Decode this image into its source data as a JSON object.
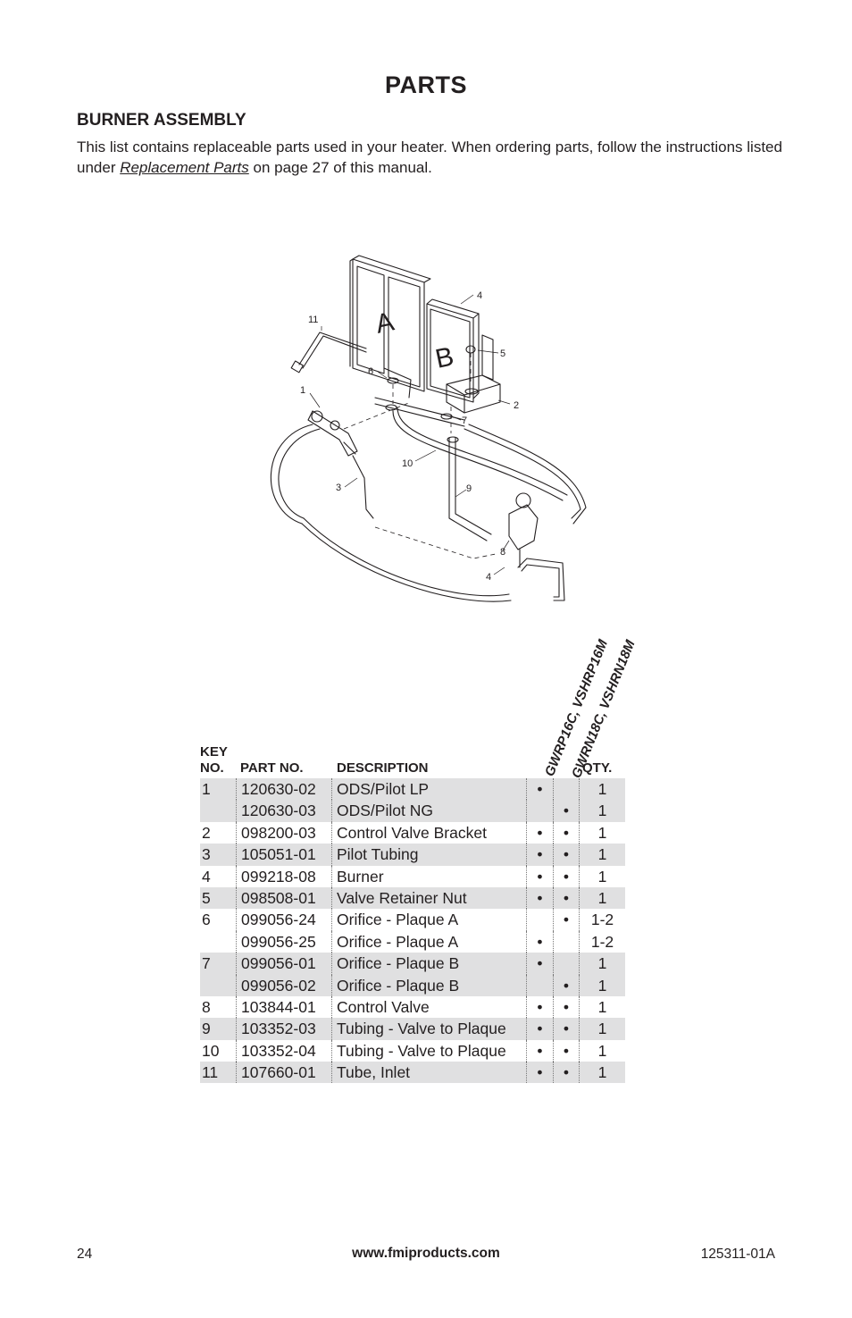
{
  "page": {
    "title": "PARTS",
    "section_title": "BURNER ASSEMBLY",
    "intro_before": "This list contains replaceable parts used in your heater. When ordering parts, follow the instructions listed under ",
    "intro_ref": "Replacement Parts",
    "intro_after": " on page 27 of this manual."
  },
  "diagram": {
    "plaque_labels": [
      "A",
      "B"
    ],
    "callouts": [
      "1",
      "2",
      "3",
      "4",
      "4",
      "5",
      "6",
      "7",
      "8",
      "9",
      "10",
      "11"
    ]
  },
  "table": {
    "headers": {
      "key_line1": "KEY",
      "key_line2": "NO.",
      "part": "PART NO.",
      "desc": "DESCRIPTION",
      "model1": "GWRP16C, VSHRP16M",
      "model2": "GWRN18C, VSHRN18M",
      "qty": "QTY."
    },
    "rows": [
      {
        "key": "1",
        "part": "120630-02",
        "desc": "ODS/Pilot LP",
        "m1": "•",
        "m2": "",
        "qty": "1"
      },
      {
        "key": "",
        "part": "120630-03",
        "desc": "ODS/Pilot NG",
        "m1": "",
        "m2": "•",
        "qty": "1"
      },
      {
        "key": "2",
        "part": "098200-03",
        "desc": "Control Valve Bracket",
        "m1": "•",
        "m2": "•",
        "qty": "1"
      },
      {
        "key": "3",
        "part": "105051-01",
        "desc": "Pilot Tubing",
        "m1": "•",
        "m2": "•",
        "qty": "1"
      },
      {
        "key": "4",
        "part": "099218-08",
        "desc": "Burner",
        "m1": "•",
        "m2": "•",
        "qty": "1"
      },
      {
        "key": "5",
        "part": "098508-01",
        "desc": "Valve Retainer Nut",
        "m1": "•",
        "m2": "•",
        "qty": "1"
      },
      {
        "key": "6",
        "part": "099056-24",
        "desc": "Orifice - Plaque A",
        "m1": "",
        "m2": "•",
        "qty": "1-2"
      },
      {
        "key": "",
        "part": "099056-25",
        "desc": "Orifice - Plaque A",
        "m1": "•",
        "m2": "",
        "qty": "1-2"
      },
      {
        "key": "7",
        "part": "099056-01",
        "desc": "Orifice - Plaque B",
        "m1": "•",
        "m2": "",
        "qty": "1"
      },
      {
        "key": "",
        "part": "099056-02",
        "desc": "Orifice - Plaque B",
        "m1": "",
        "m2": "•",
        "qty": "1"
      },
      {
        "key": "8",
        "part": "103844-01",
        "desc": "Control Valve",
        "m1": "•",
        "m2": "•",
        "qty": "1"
      },
      {
        "key": "9",
        "part": "103352-03",
        "desc": "Tubing - Valve to Plaque",
        "m1": "•",
        "m2": "•",
        "qty": "1"
      },
      {
        "key": "10",
        "part": "103352-04",
        "desc": "Tubing - Valve to Plaque",
        "m1": "•",
        "m2": "•",
        "qty": "1"
      },
      {
        "key": "11",
        "part": "107660-01",
        "desc": "Tube, Inlet",
        "m1": "•",
        "m2": "•",
        "qty": "1"
      }
    ]
  },
  "footer": {
    "page_number": "24",
    "website": "www.fmiproducts.com",
    "doc_number": "125311-01A"
  }
}
